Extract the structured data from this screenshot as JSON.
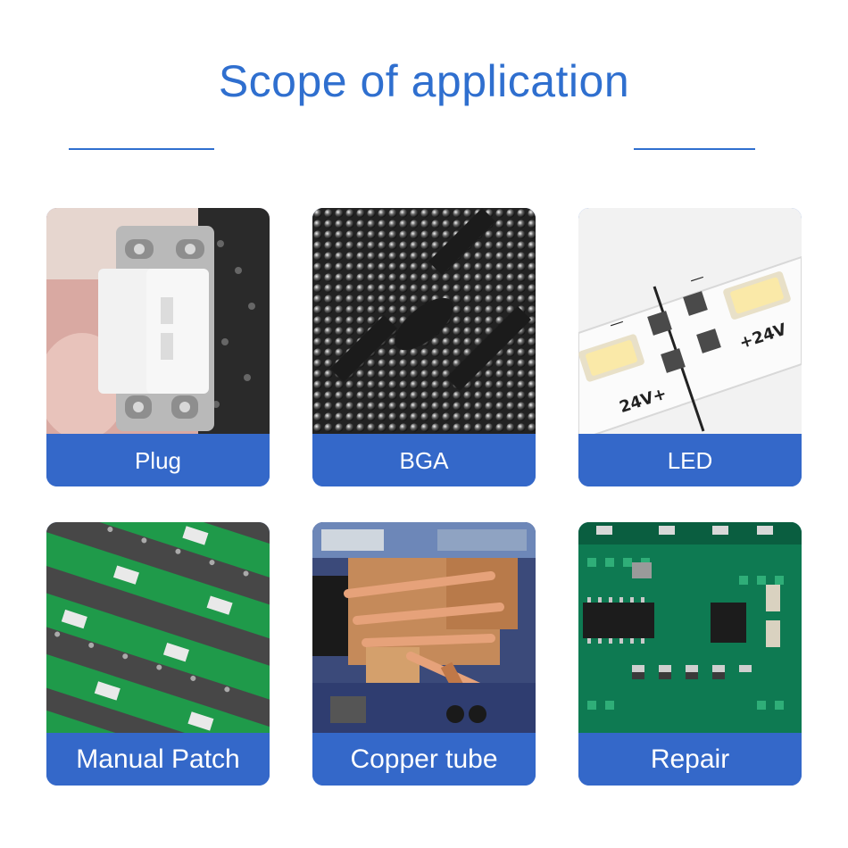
{
  "page": {
    "title": "Scope of application",
    "accent_color": "#2f6fcf",
    "label_bg_color": "#3468c9"
  },
  "applications": [
    {
      "label": "Plug",
      "image": "usb-plug-connector-photo"
    },
    {
      "label": "BGA",
      "image": "bga-solder-balls-photo"
    },
    {
      "label": "LED",
      "image": "led-strip-photo"
    },
    {
      "label": "Manual Patch",
      "image": "green-pcb-smd-resistors-photo"
    },
    {
      "label": "Copper tube",
      "image": "laptop-copper-heatpipe-photo"
    },
    {
      "label": "Repair",
      "image": "circuit-board-repair-photo"
    }
  ]
}
